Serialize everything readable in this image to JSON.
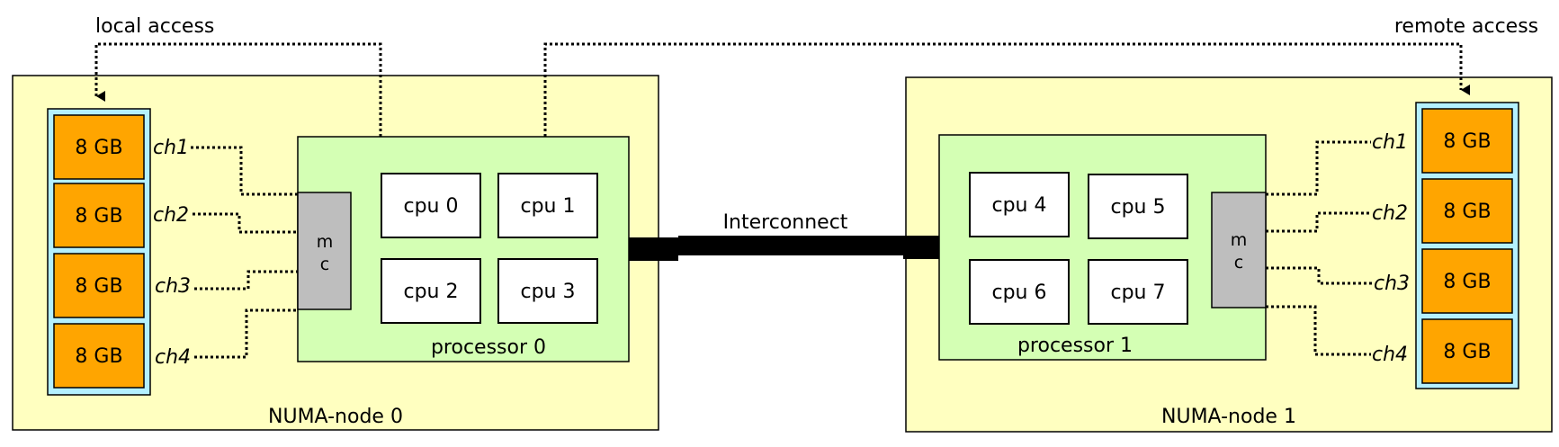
{
  "labels": {
    "local_access": "local access",
    "remote_access": "remote access",
    "interconnect": "Interconnect"
  },
  "nodes": [
    {
      "name": "NUMA-node 0",
      "processor": "processor 0",
      "mc": [
        "m",
        "c"
      ],
      "cpus": [
        "cpu 0",
        "cpu 1",
        "cpu 2",
        "cpu 3"
      ],
      "dimms": [
        "8 GB",
        "8 GB",
        "8 GB",
        "8 GB"
      ],
      "channels": [
        "ch1",
        "ch2",
        "ch3",
        "ch4"
      ]
    },
    {
      "name": "NUMA-node 1",
      "processor": "processor 1",
      "mc": [
        "m",
        "c"
      ],
      "cpus": [
        "cpu 4",
        "cpu 5",
        "cpu 6",
        "cpu 7"
      ],
      "dimms": [
        "8 GB",
        "8 GB",
        "8 GB",
        "8 GB"
      ],
      "channels": [
        "ch1",
        "ch2",
        "ch3",
        "ch4"
      ]
    }
  ],
  "colors": {
    "node_fill": "#ffffc0",
    "processor_fill": "#d4ffb4",
    "mc_fill": "#bebebe",
    "memory_bank_fill": "#b4f0ff",
    "dimm_fill": "#ffa500",
    "cpu_fill": "#ffffff",
    "line": "#000000"
  }
}
